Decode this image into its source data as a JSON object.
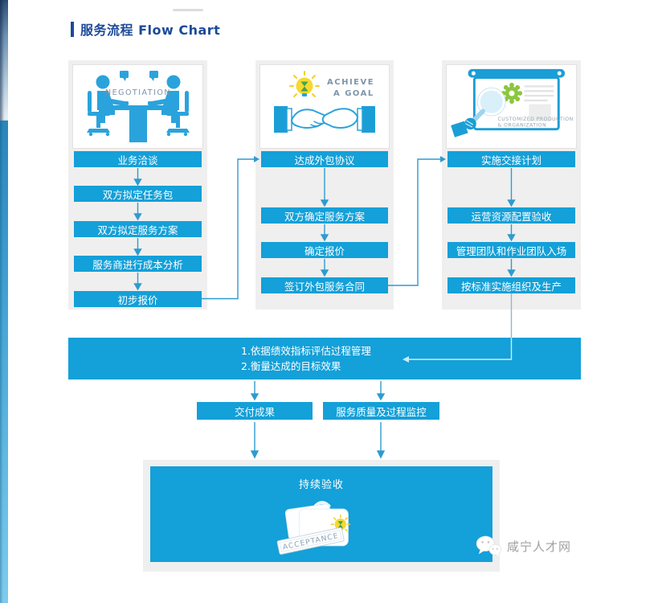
{
  "header": {
    "title": "服务流程 Flow Chart"
  },
  "columns": [
    {
      "icon_caption": "NEGOTIATION",
      "steps": [
        "业务洽谈",
        "双方拟定任务包",
        "双方拟定服务方案",
        "服务商进行成本分析",
        "初步报价"
      ]
    },
    {
      "icon_caption_line1": "ACHIEVE",
      "icon_caption_line2": "A GOAL",
      "steps": [
        "达成外包协议",
        "双方确定服务方案",
        "确定报价",
        "签订外包服务合同"
      ]
    },
    {
      "icon_caption_line1": "CUSTOMIZED PRODUCTION",
      "icon_caption_line2": "& ORGANIZATION",
      "steps": [
        "实施交接计划",
        "运营资源配置验收",
        "管理团队和作业团队入场",
        "按标准实施组织及生产"
      ]
    }
  ],
  "evaluation_banner": {
    "line1": "1.依据绩效指标评估过程管理",
    "line2": "2.衡量达成的目标效果"
  },
  "result_boxes": [
    "交付成果",
    "服务质量及过程监控"
  ],
  "acceptance": {
    "title": "持续验收",
    "stamp_label": "ACCEPTANCE"
  },
  "watermark": {
    "label": "咸宁人才网"
  },
  "colors": {
    "primary_blue": "#14a0d8",
    "icon_blue": "#2aa3dc",
    "title_navy": "#1d4a99",
    "panel_gray": "#efefef",
    "arrow_blue": "#2f9bd0",
    "banner_arrow_light": "#c9edf8",
    "bulb_yellow": "#f6d92e",
    "gear_green": "#8cc63f",
    "watermark_gray": "#a0a0a0"
  }
}
